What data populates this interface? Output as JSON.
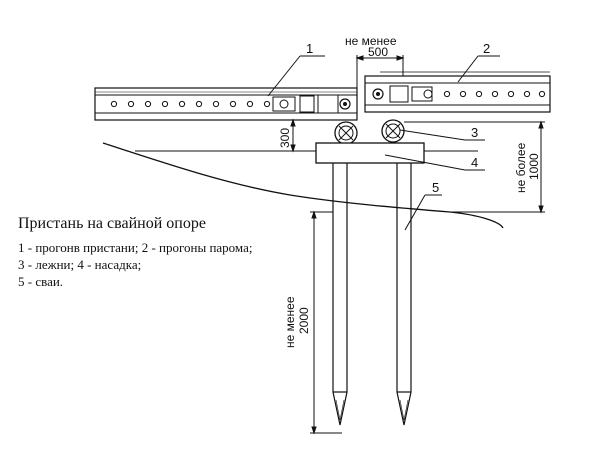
{
  "dimensions": {
    "top_prefix": "не менее",
    "top_value": "500",
    "mid_value": "300",
    "right_prefix": "не более",
    "right_value": "1000",
    "left_prefix": "не менее",
    "left_value": "2000"
  },
  "callouts": [
    "1",
    "2",
    "3",
    "4",
    "5"
  ],
  "caption": {
    "title": "Пристань на свайной опоре",
    "lines": [
      "1 - прогонв пристани; 2 - прогоны парома;",
      "3 - лежни; 4 - насадка;",
      "5 - сваи."
    ]
  }
}
